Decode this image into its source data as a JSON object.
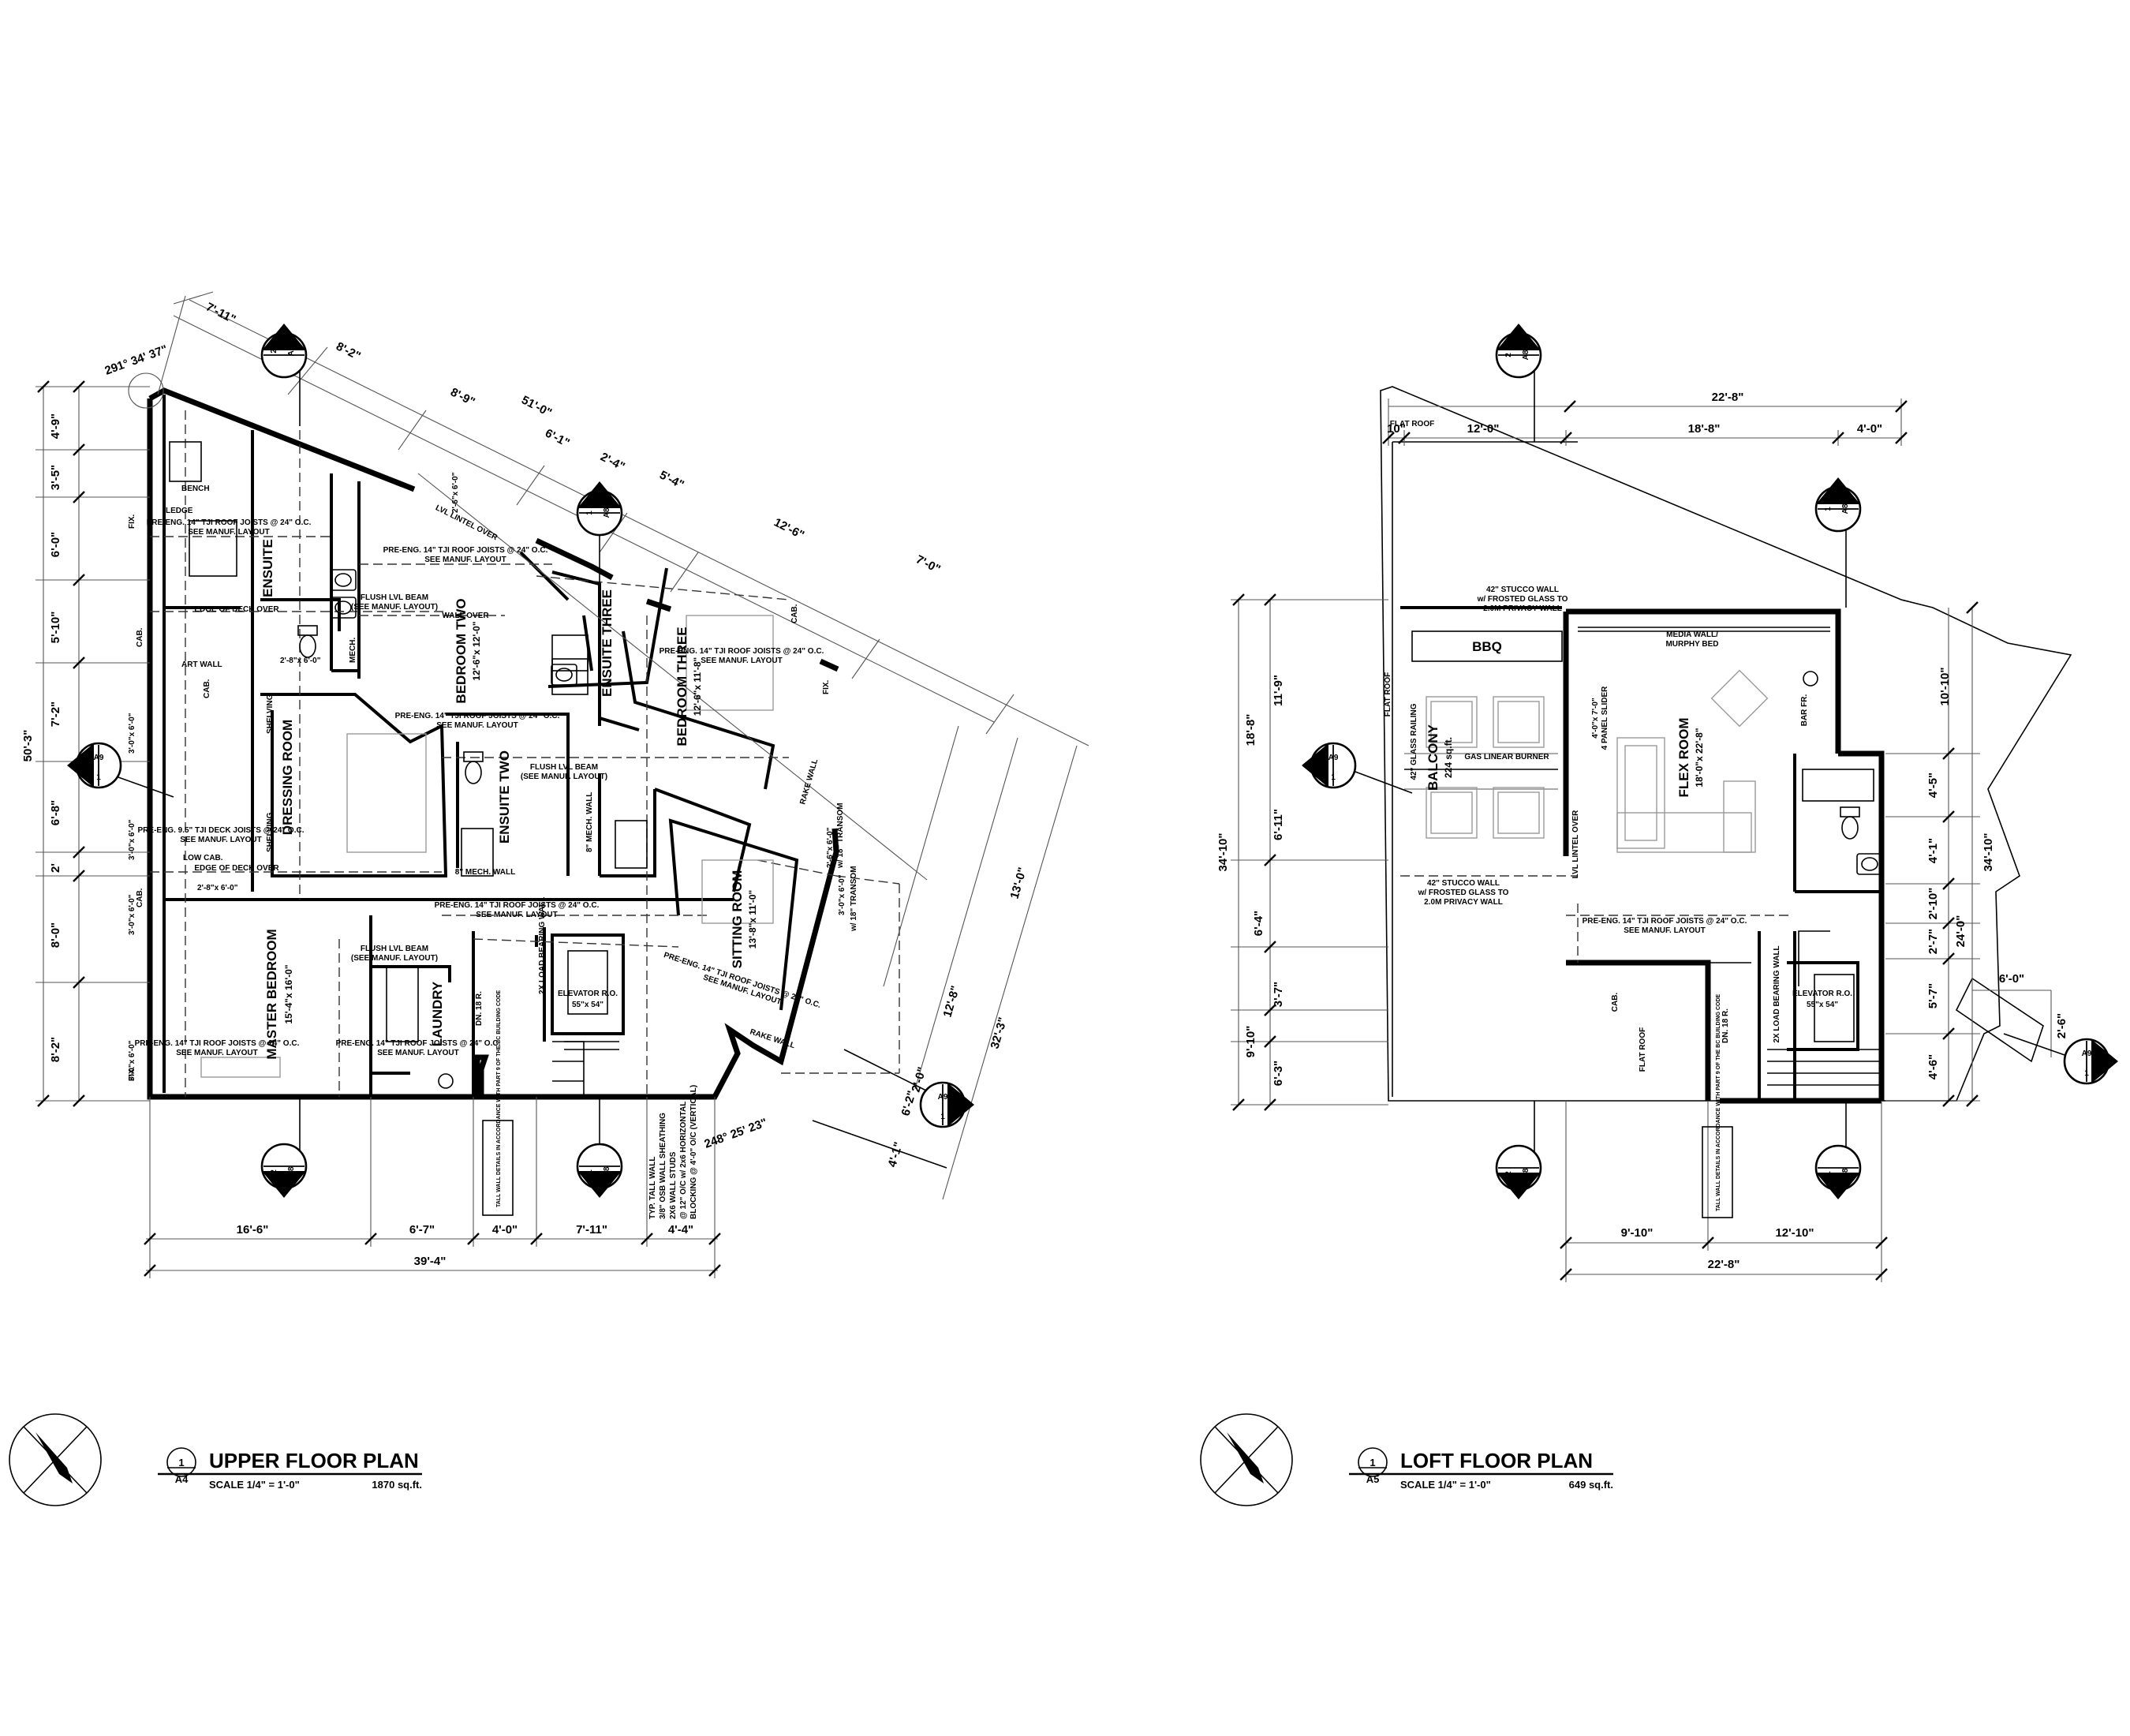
{
  "upper_plan": {
    "title": "UPPER FLOOR PLAN",
    "drawing_number": "1",
    "sheet": "A4",
    "scale": "SCALE 1/4\" = 1'-0\"",
    "area": "1870 sq.ft.",
    "rooms": [
      {
        "name": "ENSUITE",
        "size": ""
      },
      {
        "name": "DRESSING ROOM",
        "size": ""
      },
      {
        "name": "MASTER BEDROOM",
        "size": "15'-4\"x 16'-0\""
      },
      {
        "name": "LAUNDRY",
        "size": ""
      },
      {
        "name": "BEDROOM TWO",
        "size": "12'-6\"x 12'-0\""
      },
      {
        "name": "ENSUITE TWO",
        "size": ""
      },
      {
        "name": "ENSUITE THREE",
        "size": ""
      },
      {
        "name": "BEDROOM THREE",
        "size": "12'-6\"x 11'-8\""
      },
      {
        "name": "SITTING ROOM",
        "size": "13'-8\"x 11'-0\""
      },
      {
        "name": "ELEVATOR R.O.",
        "size": "55\"x 54\""
      }
    ],
    "dims_top": [
      "7'-11\"",
      "8'-2\"",
      "8'-9\"",
      "51'-0\"",
      "6'-1\"",
      "2'-4\"",
      "5'-4\"",
      "12'-6\"",
      "7'-0\""
    ],
    "dims_left": [
      "4'-9\"",
      "3'-5\"",
      "6'-0\"",
      "5'-10\"",
      "7'-2\"",
      "6'-8\"",
      "2'",
      "8'-0\"",
      "8'-2\""
    ],
    "dim_overall_left": "50'-3\"",
    "dims_bottom": [
      "16'-6\"",
      "6'-7\"",
      "4'-0\"",
      "7'-11\"",
      "4'-4\""
    ],
    "dim_overall_bottom": "39'-4\"",
    "dims_right": [
      "13'-0\"",
      "12'-8\"",
      "32'-3\"",
      "4'-1\"",
      "6'-2\"",
      "2'-0\""
    ],
    "angles": [
      "291° 34' 37\"",
      "248° 25' 23\""
    ],
    "notes": [
      "PRE-ENG. 14\" TJI ROOF JOISTS @ 24\" O.C.",
      "SEE MANUF. LAYOUT",
      "PRE-ENG. 9.5\" TJI DECK JOISTS @ 24\" O.C.",
      "EDGE OF DECK OVER",
      "FLUSH LVL BEAM",
      "(SEE MANUF. LAYOUT)",
      "WALL OVER",
      "LVL LINTEL OVER",
      "ART WALL",
      "LEDGE",
      "BENCH",
      "SHELVING",
      "MECH.",
      "8\" MECH. WALL",
      "LOW CAB.",
      "CAB.",
      "FIX.",
      "2'-8\"x 6'-0\"",
      "3'-0\"x 6'-0\"",
      "2'-6\"x 6'-0\"",
      "w/ 18\" TRANSOM",
      "RAKE WALL",
      "DN. 18 R.",
      "2X LOAD BEARING WALL",
      "TYP. TALL WALL",
      "3/8\" OSB WALL SHEATHING",
      "2X6 WALL STUDS",
      "@ 12\" O/C w/ 2x6 HORIZONTAL",
      "BLOCKING @ 4'-0\" O/C (VERTICAL)",
      "TALL WALL DETAILS IN ACCORDANCE WITH PART 9 OF THE BC BUILDING CODE"
    ]
  },
  "loft_plan": {
    "title": "LOFT FLOOR PLAN",
    "drawing_number": "1",
    "sheet": "A5",
    "scale": "SCALE 1/4\" = 1'-0\"",
    "area": "649 sq.ft.",
    "rooms": [
      {
        "name": "BALCONY",
        "size": "224 sq.ft."
      },
      {
        "name": "FLEX ROOM",
        "size": "18'-0\"x 22'-8\""
      },
      {
        "name": "ELEVATOR R.O.",
        "size": "55\"x 54\""
      },
      {
        "name": "BBQ",
        "size": ""
      }
    ],
    "dims_top": [
      "22'-8\"",
      "10\"",
      "12'-0\"",
      "18'-8\"",
      "4'-0\""
    ],
    "dims_left": [
      "11'-9\"",
      "18'-8\"",
      "6'-11\"",
      "34'-10\"",
      "6'-4\"",
      "3'-7\"",
      "9'-10\"",
      "6'-3\""
    ],
    "dims_right": [
      "10'-10\"",
      "4'-5\"",
      "4'-1\"",
      "34'-10\"",
      "2'-10\"",
      "24'-0\"",
      "2'-7\"",
      "5'-7\"",
      "4'-6\"",
      "6'-0\"",
      "2'-6\""
    ],
    "dims_bottom": [
      "9'-10\"",
      "12'-10\"",
      "22'-8\""
    ],
    "notes": [
      "42\" STUCCO WALL",
      "w/ FROSTED GLASS TO",
      "2.0M PRIVACY WALL",
      "MEDIA WALL/",
      "MURPHY BED",
      "42\" GLASS RAILING",
      "GAS LINEAR BURNER",
      "FLAT ROOF",
      "LVL LINTEL OVER",
      "BAR FR.",
      "PRE-ENG. 14\" TJI ROOF JOISTS @ 24\" O.C.",
      "SEE MANUF. LAYOUT",
      "4'-0\"x 7'-0\"",
      "4 PANEL SLIDER",
      "DN. 18 R.",
      "2X LOAD BEARING WALL",
      "CAB.",
      "TALL WALL DETAILS IN ACCORDANCE WITH PART 9 OF THE BC BUILDING CODE"
    ]
  },
  "section_markers": {
    "A8": "A8",
    "A9": "A9",
    "n1": "1",
    "n2": "2"
  }
}
